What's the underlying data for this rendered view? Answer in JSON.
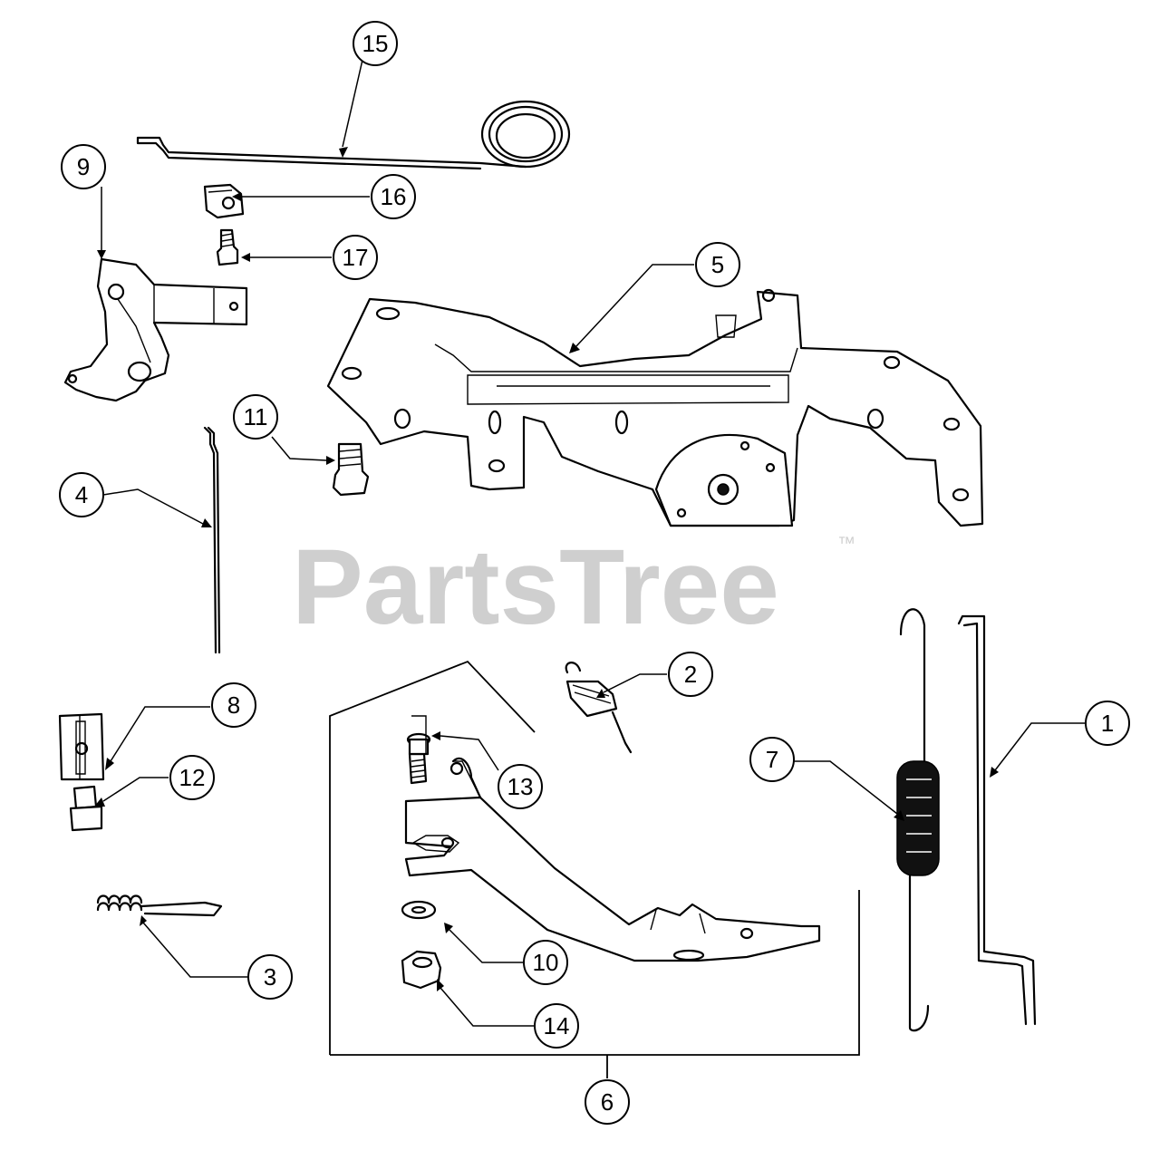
{
  "watermark": {
    "brand": "PartsTree",
    "trademark": "™"
  },
  "callouts": [
    "15",
    "9",
    "16",
    "17",
    "5",
    "11",
    "4",
    "8",
    "2",
    "1",
    "7",
    "13",
    "12",
    "3",
    "10",
    "14",
    "6"
  ],
  "colors": {
    "ink": "#000000",
    "watermark": "#cfcfcf",
    "background": "#ffffff"
  }
}
